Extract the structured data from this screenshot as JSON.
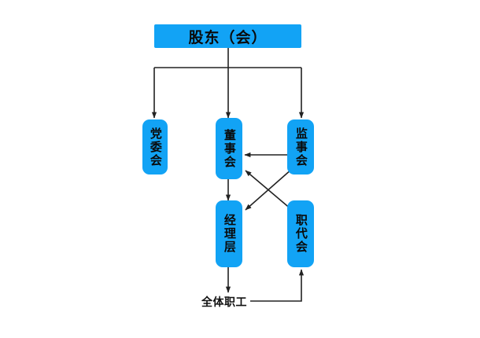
{
  "diagram": {
    "type": "org-chart",
    "title_text": "股东（会）",
    "accent_color": "#12A3F5",
    "line_color": "#222222",
    "text_color": "#0A0A0A",
    "background": "#FFFFFF",
    "nodes": [
      {
        "id": "shareholders",
        "label": "股东（会）",
        "orientation": "horizontal",
        "level": 0
      },
      {
        "id": "party-committee",
        "label": "党委会",
        "orientation": "vertical",
        "level": 1
      },
      {
        "id": "board-of-directors",
        "label": "董事会",
        "orientation": "vertical",
        "level": 1
      },
      {
        "id": "board-of-supervisors",
        "label": "监事会",
        "orientation": "vertical",
        "level": 1
      },
      {
        "id": "management",
        "label": "经理层",
        "orientation": "vertical",
        "level": 2
      },
      {
        "id": "staff-congress",
        "label": "职代会",
        "orientation": "vertical",
        "level": 2
      },
      {
        "id": "all-employees",
        "label": "全体职工",
        "orientation": "plain",
        "level": 3
      }
    ],
    "edges": [
      {
        "from": "shareholders",
        "to": "party-committee",
        "style": "elbow",
        "arrow": true
      },
      {
        "from": "shareholders",
        "to": "board-of-directors",
        "style": "straight",
        "arrow": true
      },
      {
        "from": "shareholders",
        "to": "board-of-supervisors",
        "style": "elbow",
        "arrow": true
      },
      {
        "from": "board-of-supervisors",
        "to": "board-of-directors",
        "style": "straight",
        "arrow": true
      },
      {
        "from": "staff-congress",
        "to": "board-of-directors",
        "style": "diagonal",
        "arrow": true
      },
      {
        "from": "board-of-supervisors",
        "to": "management",
        "style": "diagonal",
        "arrow": true
      },
      {
        "from": "board-of-directors",
        "to": "management",
        "style": "straight",
        "arrow": true
      },
      {
        "from": "management",
        "to": "all-employees",
        "style": "straight",
        "arrow": true
      },
      {
        "from": "all-employees",
        "to": "staff-congress",
        "style": "elbow",
        "arrow": true
      }
    ]
  }
}
